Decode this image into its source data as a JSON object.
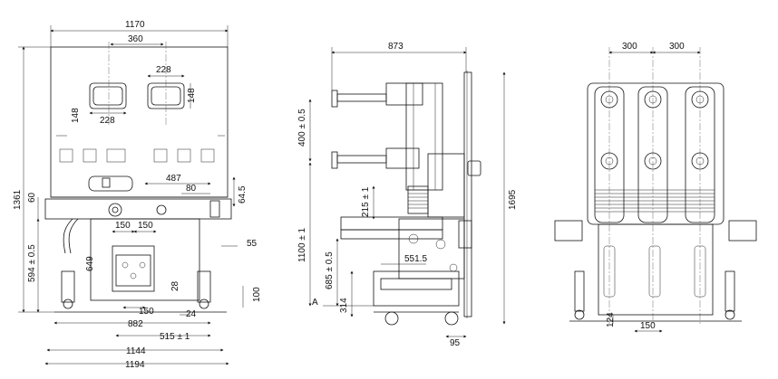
{
  "front_view": {
    "dims": {
      "overall_top_width": "1170",
      "window_spacing": "360",
      "window_width": "228",
      "window_width_left": "228",
      "window_height_left": "148",
      "window_height_right": "148",
      "total_height": "1361",
      "dim_60": "60",
      "dim_487": "487",
      "dim_80": "80",
      "dim_64_5": "64.5",
      "dim_594": "594 ± 0.5",
      "dim_150_a": "150",
      "dim_150_b": "150",
      "dim_649": "649",
      "dim_55": "55",
      "dim_28": "28",
      "dim_100": "100",
      "dim_150_c": "150",
      "dim_24": "24",
      "dim_882": "882",
      "dim_515": "515 ± 1",
      "dim_1144": "1144",
      "dim_1194": "1194"
    }
  },
  "side_view": {
    "dims": {
      "depth": "873",
      "dim_400": "400 ± 0.5",
      "dim_215": "215 ± 1",
      "dim_1695": "1695",
      "dim_1100": "1100 ± 1",
      "dim_551_5": "551.5",
      "dim_685": "685 ± 0.5",
      "dim_314": "314",
      "dim_95": "95",
      "label_a": "A"
    }
  },
  "rear_view": {
    "dims": {
      "pole_pitch_1": "300",
      "pole_pitch_2": "300",
      "dim_150": "150",
      "dim_124": "124"
    }
  }
}
